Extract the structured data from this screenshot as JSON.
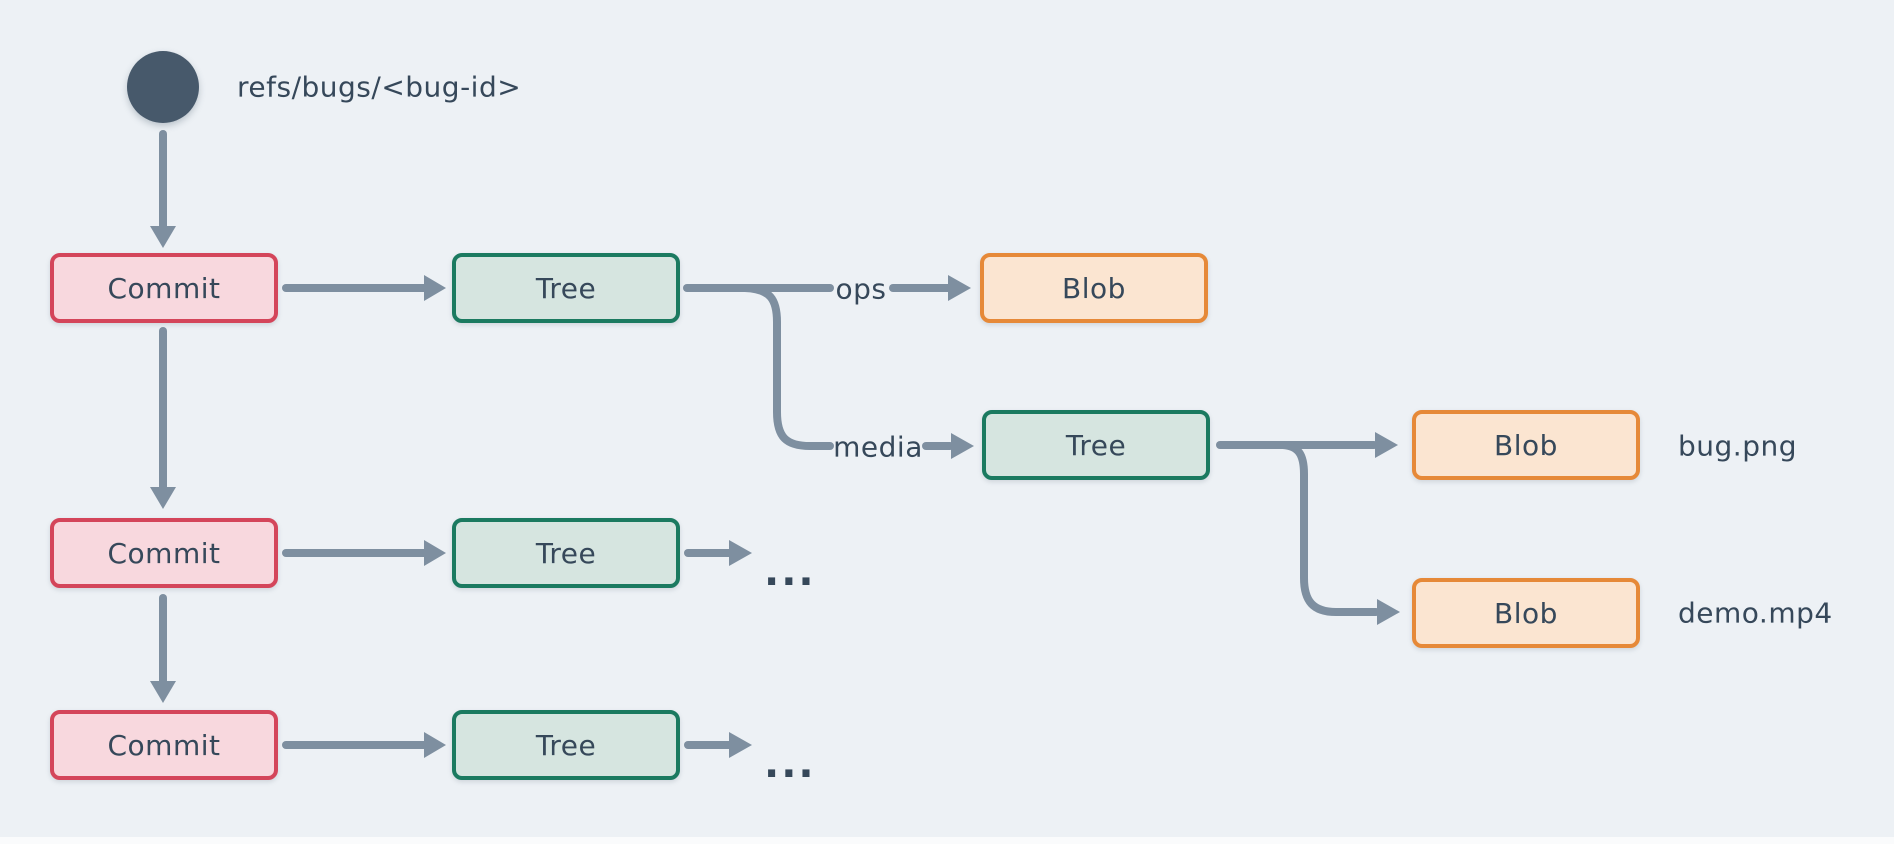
{
  "ref": {
    "label": "refs/bugs/<bug-id>"
  },
  "nodes": {
    "commit1": "Commit",
    "commit2": "Commit",
    "commit3": "Commit",
    "tree_root": "Tree",
    "tree_media": "Tree",
    "tree_row2": "Tree",
    "tree_row3": "Tree",
    "blob_ops": "Blob",
    "blob_bug": "Blob",
    "blob_demo": "Blob"
  },
  "edge_labels": {
    "ops": "ops",
    "media": "media"
  },
  "file_labels": {
    "bug": "bug.png",
    "demo": "demo.mp4"
  },
  "ellipsis": {
    "row2": "...",
    "row3": "..."
  },
  "colors": {
    "background": "#EDF1F5",
    "arrow": "#7E8FA0",
    "text": "#36485A",
    "ref_circle": "#47596B",
    "commit_fill": "#F8D8DE",
    "commit_border": "#D4455A",
    "tree_fill": "#D6E5E0",
    "tree_border": "#1B7A60",
    "blob_fill": "#FBE5D1",
    "blob_border": "#E68938"
  }
}
